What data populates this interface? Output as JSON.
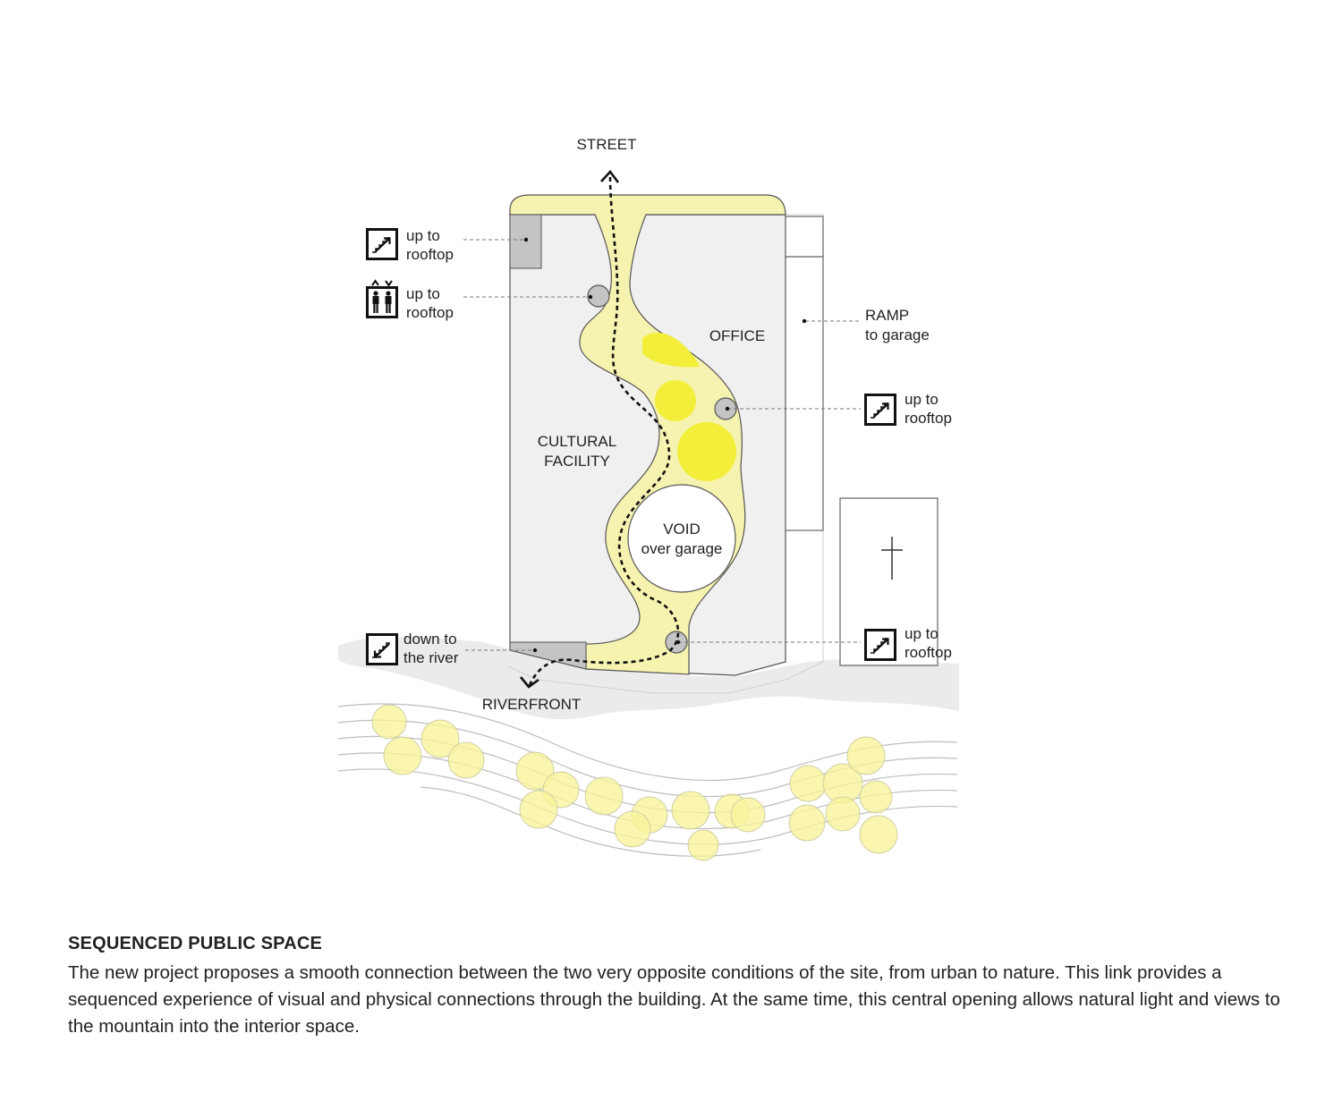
{
  "diagram": {
    "labels": {
      "street": "STREET",
      "riverfront": "RIVERFRONT",
      "office": "OFFICE",
      "cultural_facility_line1": "CULTURAL",
      "cultural_facility_line2": "FACILITY",
      "void_line1": "VOID",
      "void_line2": "over garage",
      "ramp_line1": "RAMP",
      "ramp_line2": "to garage"
    },
    "callouts": [
      {
        "icon": "stairs-up-icon",
        "line1": "up to",
        "line2": "rooftop"
      },
      {
        "icon": "elevator-icon",
        "line1": "up to",
        "line2": "rooftop"
      },
      {
        "icon": "stairs-up-icon",
        "line1": "up to",
        "line2": "rooftop"
      },
      {
        "icon": "stairs-up-icon",
        "line1": "up to",
        "line2": "rooftop"
      },
      {
        "icon": "stairs-down-icon",
        "line1": "down to",
        "line2": "the river"
      }
    ],
    "colors": {
      "public_space": "#f6f3b0",
      "light_well": "#f2ee3a",
      "tree": "#f8f49a",
      "building": "#f0f0f0",
      "core": "#c4c4c4",
      "riverbank": "#ebebeb",
      "line": "#555555"
    }
  },
  "caption": {
    "title": "SEQUENCED PUBLIC SPACE",
    "body": "The new project proposes a smooth connection between the two very opposite conditions of the site, from urban to nature. This link provides a sequenced experience of visual and physical connections through the building.  At the same time, this central opening allows natural light and views to the mountain into the interior space."
  }
}
